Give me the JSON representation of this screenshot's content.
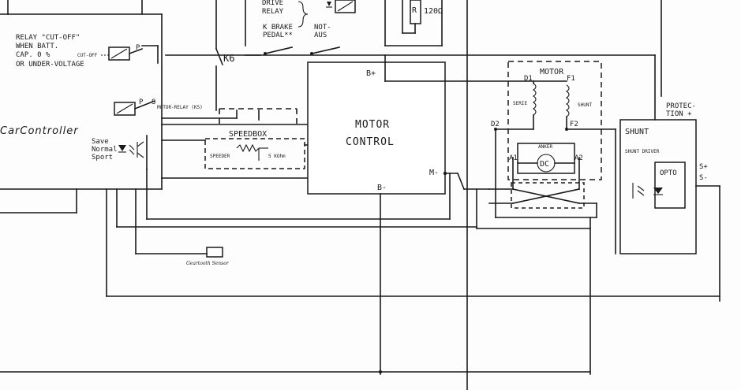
{
  "diagram": {
    "top": {
      "drive_relay_1": "DRIVE",
      "drive_relay_2": "RELAY",
      "resistor_letter": "R",
      "resistor_value": "120Ω",
      "k_brake_1": "K BRAKE",
      "k_brake_2": "PEDAL**",
      "not_aus_1": "NOT-",
      "not_aus_2": "AUS",
      "k6": "K6"
    },
    "controller": {
      "title": "CarController",
      "cutoff_1": "RELAY \"CUT-OFF\"",
      "cutoff_2": "WHEN BATT.",
      "cutoff_3": "CAP. 0 %",
      "cutoff_4": "OR UNDER-VOLTAGE",
      "cutoff_tag": "CUT-OFF",
      "motor_relay_tag": "MOTOR-RELAY (K5)",
      "mode_1": "Save",
      "mode_2": "Normal",
      "mode_3": "Sport",
      "pin_p": "P",
      "pin_s": "S"
    },
    "speedbox": {
      "title": "SPEEDBOX",
      "speeder": "SPEEDER",
      "pot": "5 KOhm"
    },
    "motor_control": {
      "line_1": "MOTOR",
      "line_2": "CONTROL",
      "b_plus": "B+",
      "b_minus": "B-",
      "m_minus": "M-"
    },
    "motor": {
      "title": "MOTOR",
      "d1": "D1",
      "f1": "F1",
      "d2": "D2",
      "f2": "F2",
      "serie": "SERIE",
      "shunt": "SHUNT",
      "anker": "ANKER",
      "dc": "DC",
      "a1": "A1",
      "a2": "A2"
    },
    "shunt_driver": {
      "protection_1": "PROTEC-",
      "protection_2": "TION +",
      "shunt": "SHUNT",
      "driver": "SHUNT DRIVER",
      "opto": "OPTO",
      "s_plus": "S+",
      "s_minus": "S-"
    },
    "sensor": {
      "label": "Geartooth Sensor"
    }
  }
}
